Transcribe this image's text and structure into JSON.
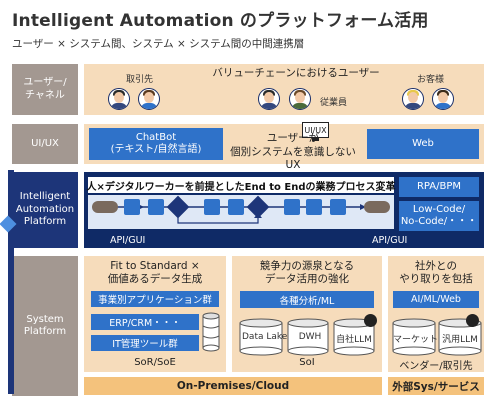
{
  "title": "Intelligent Automation のプラットフォーム活用",
  "subtitle": "ユーザー × システム間、システム × システム間の中間連携層",
  "rows": {
    "user": "ユーザー/\nチャネル",
    "uiux": "UI/UX",
    "iap": "Intelligent\nAutomation\nPlatform",
    "system": "System\nPlatform"
  },
  "user_band": {
    "heading": "バリューチェーンにおけるユーザー",
    "label_partner": "取引先",
    "label_employee": "従業員",
    "label_customer": "お客様"
  },
  "uiux_band": {
    "chatbot": "ChatBot\n(テキスト/自然言語)",
    "monitor_label": "UI/UX",
    "center_text": "ユーザーが\n個別システムを意識しないUX",
    "web": "Web"
  },
  "iap_panel": {
    "heading": "人×デジタルワーカーを前提としたEnd to Endの業務プロセス変革",
    "rpa": "RPA/BPM",
    "lowcode": "Low-Code/\nNo-Code/・・・",
    "api_left": "API/GUI",
    "api_right": "API/GUI"
  },
  "system_platform": {
    "sor": {
      "heading": "Fit to Standard ×\n価値あるデータ生成",
      "bar1": "事業別アプリケーション群",
      "bar2": "ERP/CRM・・・",
      "bar3": "IT管理ツール群",
      "footer": "SoR/SoE"
    },
    "soi": {
      "heading": "競争力の源泉となる\nデータ活用の強化",
      "bar": "各種分析/ML",
      "cyl1": "Data Lake",
      "cyl2": "DWH",
      "cyl3": "自社LLM",
      "footer": "SoI"
    },
    "ext": {
      "heading": "社外との\nやり取りを包括",
      "bar": "AI/ML/Web",
      "cyl1": "マーケット",
      "cyl2": "汎用LLM",
      "footer": "ベンダー/取引先"
    }
  },
  "bottom": {
    "left": "On-Premises/Cloud",
    "right": "外部Sys/サービス"
  },
  "colors": {
    "navy": "#1d3579",
    "blue": "#2f72c9",
    "beige": "#f6dcbb",
    "orange_bar": "#f4c27c",
    "gray_label": "#a39891"
  },
  "icons": [
    "person-icon",
    "monitor-icon",
    "gear-icon",
    "cylinder-icon",
    "ai-head-icon",
    "diamond-icon",
    "capsule-icon"
  ]
}
